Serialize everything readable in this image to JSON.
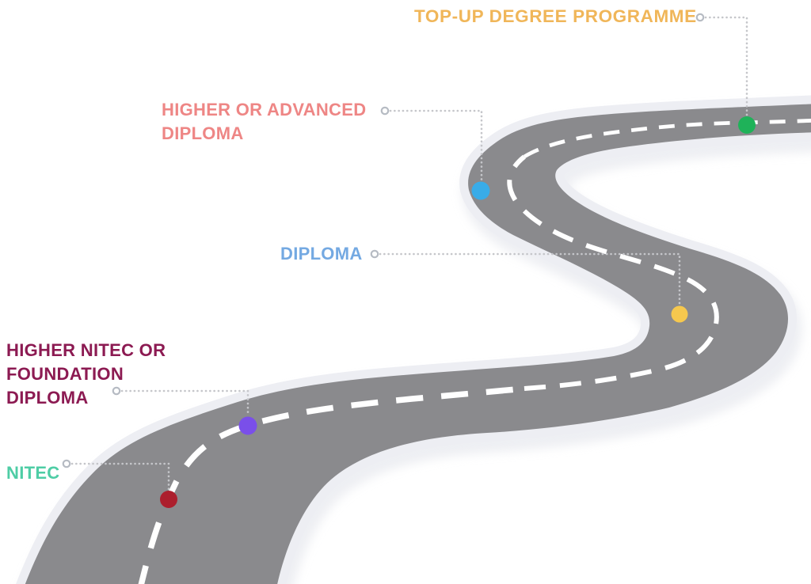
{
  "road": {
    "surface_color": "#8a8a8d",
    "casing_color": "#edeef3",
    "shadow_color": "#e0e2e9",
    "dash_color": "#ffffff",
    "connector_color": "#c5c6ca",
    "ring_color": "#b6bbc3",
    "ring_fill": "#ffffff"
  },
  "milestones": [
    {
      "id": "nitec",
      "lines": [
        "NITEC"
      ],
      "label_color": "#4ecda5",
      "dot_color": "#ac1f2d"
    },
    {
      "id": "higher-nitec-or-foundation-diploma",
      "lines": [
        "HIGHER NITEC OR",
        "FOUNDATION",
        "DIPLOMA"
      ],
      "label_color": "#8c1a52",
      "dot_color": "#7a4fe9"
    },
    {
      "id": "diploma",
      "lines": [
        "DIPLOMA"
      ],
      "label_color": "#74a9e2",
      "dot_color": "#f6c84e"
    },
    {
      "id": "higher-or-advanced-diploma",
      "lines": [
        "HIGHER OR ADVANCED",
        "DIPLOMA"
      ],
      "label_color": "#ee8685",
      "dot_color": "#39ace8"
    },
    {
      "id": "top-up-degree-programme",
      "lines": [
        "TOP-UP DEGREE PROGRAMME"
      ],
      "label_color": "#f0b659",
      "dot_color": "#1fb259"
    }
  ]
}
